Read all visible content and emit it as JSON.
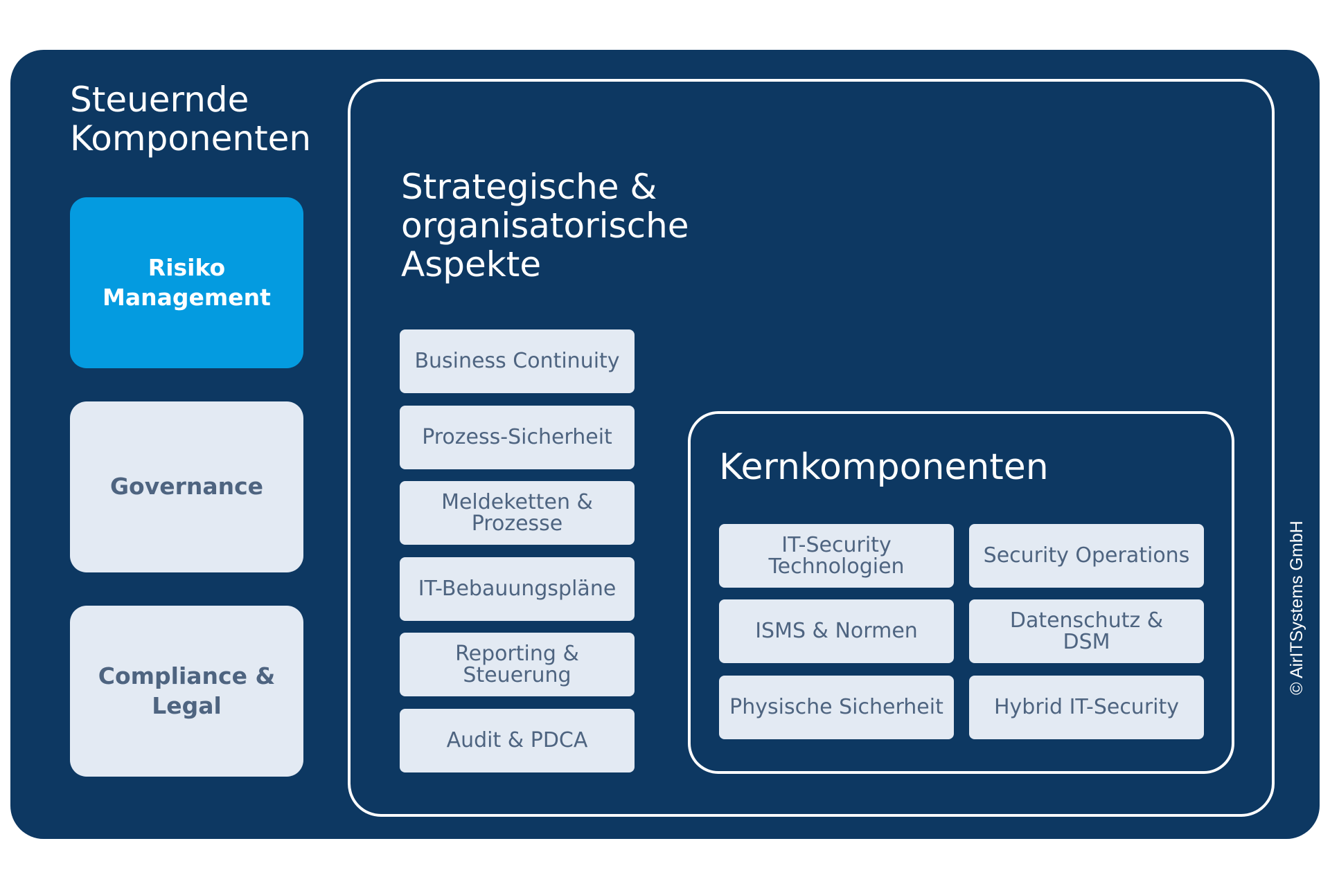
{
  "steuernde": {
    "title": "Steuernde\nKomponenten",
    "items": [
      {
        "label": "Risiko\nManagement",
        "highlighted": true
      },
      {
        "label": "Governance",
        "highlighted": false
      },
      {
        "label": "Compliance &\nLegal",
        "highlighted": false
      }
    ]
  },
  "strategische": {
    "title": "Strategische &\norganisatorische\nAspekte",
    "items": [
      "Business Continuity",
      "Prozess-Sicherheit",
      "Meldeketten &\nProzesse",
      "IT-Bebauungspläne",
      "Reporting &\nSteuerung",
      "Audit & PDCA"
    ]
  },
  "kern": {
    "title": "Kernkomponenten",
    "items": [
      "IT-Security\nTechnologien",
      "Security Operations",
      "ISMS & Normen",
      "Datenschutz &\nDSM",
      "Physische Sicherheit",
      "Hybrid IT-Security"
    ]
  },
  "copyright": "© AirITSystems GmbH",
  "colors": {
    "panel": "#0d3862",
    "highlight": "#049be0",
    "box": "#e3eaf3",
    "box_text": "#4e6480",
    "frame": "#ffffff"
  }
}
